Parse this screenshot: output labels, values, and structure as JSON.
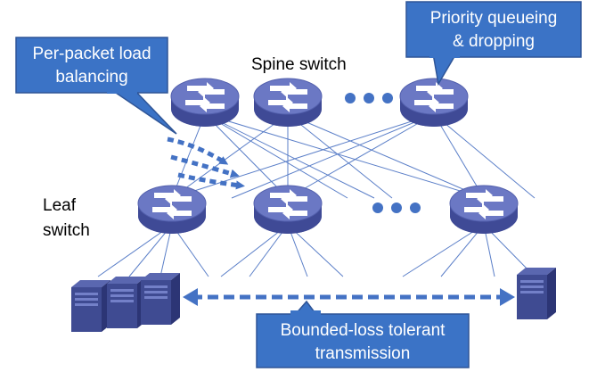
{
  "labels": {
    "spine": "Spine switch",
    "leaf_line1": "Leaf",
    "leaf_line2": "switch"
  },
  "callouts": {
    "load_balancing": {
      "line1": "Per-packet load",
      "line2": "balancing"
    },
    "priority": {
      "line1": "Priority queueing",
      "line2": "& dropping"
    },
    "bounded_loss": {
      "line1": "Bounded-loss tolerant",
      "line2": "transmission"
    }
  },
  "ellipsis_dots": [
    "•",
    "•",
    "•"
  ],
  "colors": {
    "accent": "#4472c4",
    "callout_fill": "#3b73c6",
    "callout_border": "#2f5597",
    "switch_top": "#6b78c4",
    "switch_side": "#3f4a96",
    "server": "#3f4b92",
    "link": "#5b7fc8"
  },
  "icons": {
    "switch": "switch-arrows-icon",
    "server": "server-tower-icon"
  }
}
